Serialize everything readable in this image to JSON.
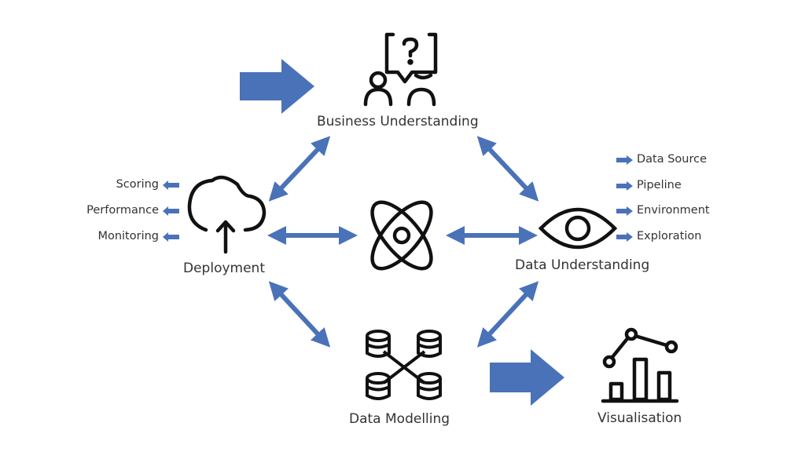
{
  "colors": {
    "arrow": "#4a72b8",
    "icon": "#111111",
    "text": "#333333"
  },
  "nodes": {
    "business": {
      "label": "Business Understanding",
      "icon": "people-question-icon"
    },
    "data_understanding": {
      "label": "Data Understanding",
      "icon": "eye-icon"
    },
    "deployment": {
      "label": "Deployment",
      "icon": "cloud-upload-icon"
    },
    "data_modelling": {
      "label": "Data Modelling",
      "icon": "database-network-icon"
    },
    "visualisation": {
      "label": "Visualisation",
      "icon": "chart-icon"
    },
    "center": {
      "label": "",
      "icon": "atom-icon"
    }
  },
  "deployment_items": [
    "Scoring",
    "Performance",
    "Monitoring"
  ],
  "data_understanding_items": [
    "Data Source",
    "Pipeline",
    "Environment",
    "Exploration"
  ]
}
